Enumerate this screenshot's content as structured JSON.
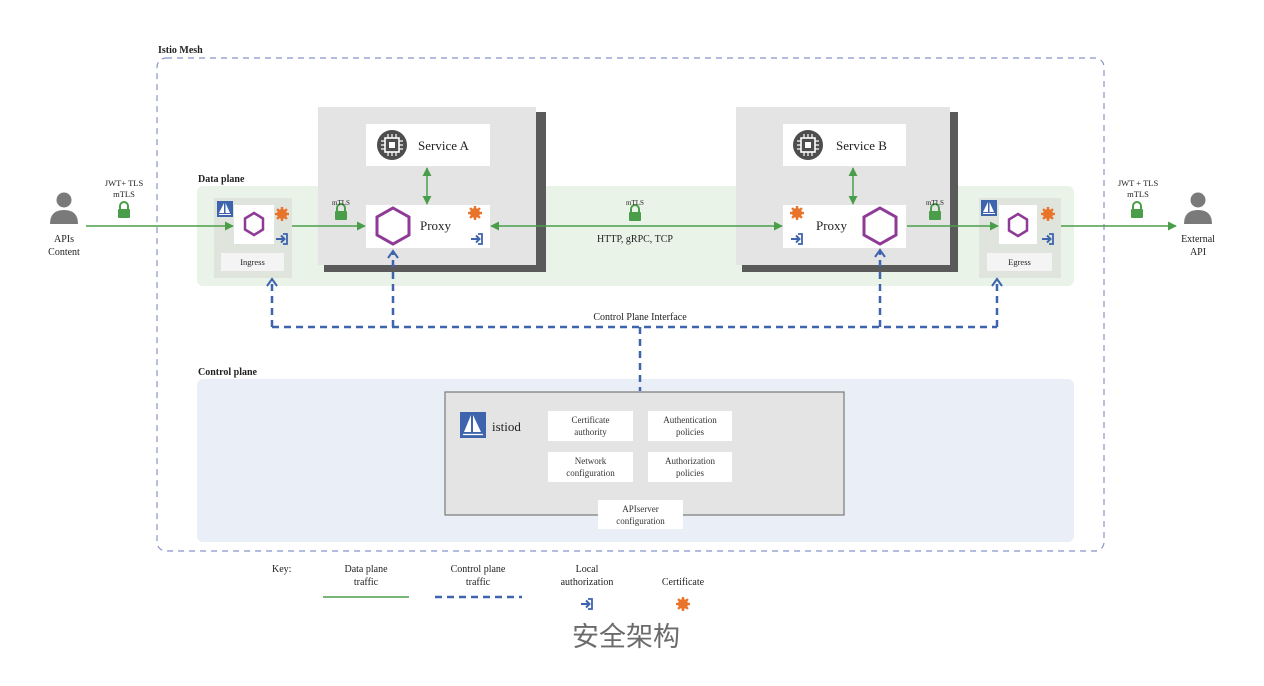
{
  "mesh": {
    "title": "Istio Mesh"
  },
  "data_plane": {
    "title": "Data plane",
    "ingress": {
      "label": "Ingress"
    },
    "egress": {
      "label": "Egress"
    },
    "service_a": {
      "name": "Service A",
      "proxy": "Proxy"
    },
    "service_b": {
      "name": "Service B",
      "proxy": "Proxy"
    },
    "link_left_mtls": "mTLS",
    "link_middle_mtls": "mTLS",
    "link_right_mtls": "mTLS",
    "middle_protocols": "HTTP, gRPC, TCP"
  },
  "left_client": {
    "auth_line1": "JWT+ TLS",
    "auth_line2": "mTLS",
    "label_line1": "APIs",
    "label_line2": "Content"
  },
  "right_client": {
    "auth_line1": "JWT + TLS",
    "auth_line2": "mTLS",
    "label_line1": "External",
    "label_line2": "API"
  },
  "control_plane_interface": "Control Plane Interface",
  "control_plane": {
    "title": "Control plane",
    "istiod": "istiod",
    "features": [
      {
        "line1": "Certificate",
        "line2": "authority"
      },
      {
        "line1": "Authentication",
        "line2": "policies"
      },
      {
        "line1": "Network",
        "line2": "configuration"
      },
      {
        "line1": "Authorization",
        "line2": "policies"
      }
    ],
    "api_server": {
      "line1": "APIserver",
      "line2": "configuration"
    }
  },
  "key": {
    "title": "Key:",
    "items": [
      {
        "line1": "Data plane",
        "line2": "traffic"
      },
      {
        "line1": "Control plane",
        "line2": "traffic"
      },
      {
        "line1": "Local",
        "line2": "authorization"
      },
      {
        "line1": "Certificate",
        "line2": ""
      }
    ]
  },
  "watermark": "安全架构",
  "colors": {
    "data_plane_green": "#4a9e4a",
    "data_plane_band": "#e9f3e8",
    "control_plane_blue": "#3d64ad",
    "control_plane_bg": "#eaeef7",
    "proxy_purple": "#8e3a96",
    "certificate_orange": "#e8742a",
    "panel_grey": "#e4e4e4",
    "dark_chip": "#4e4e4e"
  }
}
